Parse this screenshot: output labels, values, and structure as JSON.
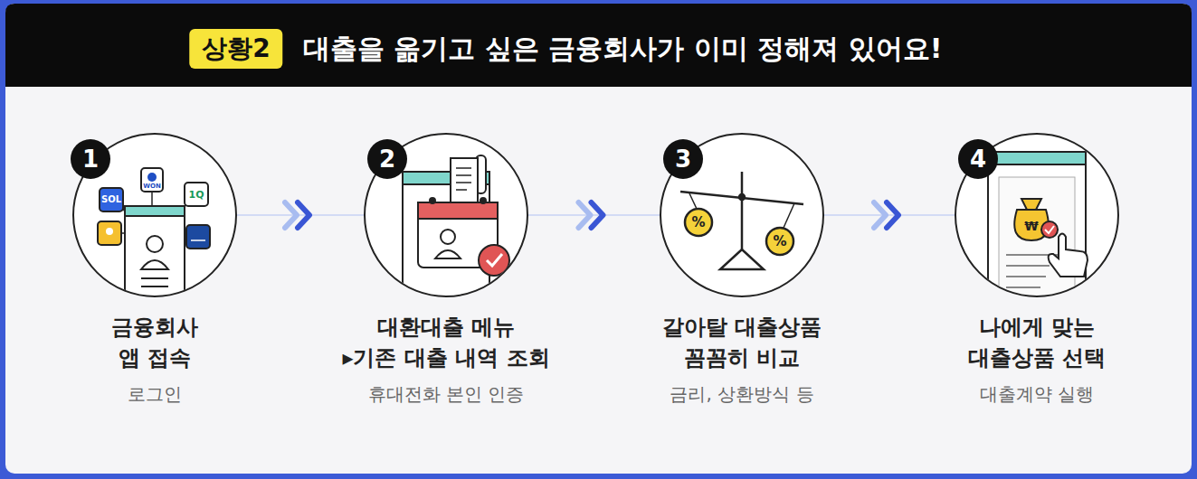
{
  "diagram": {
    "title": "대출을 옮기고 싶은 금융회사가 이미 정해져 있어요!",
    "nodes": [
      {
        "text": [
          "금융회사 앱 접속",
          "로그인"
        ]
      },
      {
        "text": [
          "대환대출 메뉴 ▸기존 대출 내역 조회",
          "휴대전화 본인 인증"
        ]
      },
      {
        "text": [
          "갈아탈 대출상품 꼼꼼히 비교",
          "금리, 상환방식 등"
        ]
      },
      {
        "text": [
          "나에게 맞는 대출상품 선택",
          "대출계약 실행"
        ]
      }
    ],
    "edges": [
      {
        "from": 0,
        "to": 1,
        "arrow": "to"
      },
      {
        "from": 1,
        "to": 2,
        "arrow": "to"
      },
      {
        "from": 2,
        "to": 3,
        "arrow": "to"
      }
    ],
    "labels": [
      "상황2",
      "1",
      "2",
      "3",
      "4",
      "SOL",
      "WON",
      "1Q",
      "%",
      "%",
      "₩"
    ]
  }
}
